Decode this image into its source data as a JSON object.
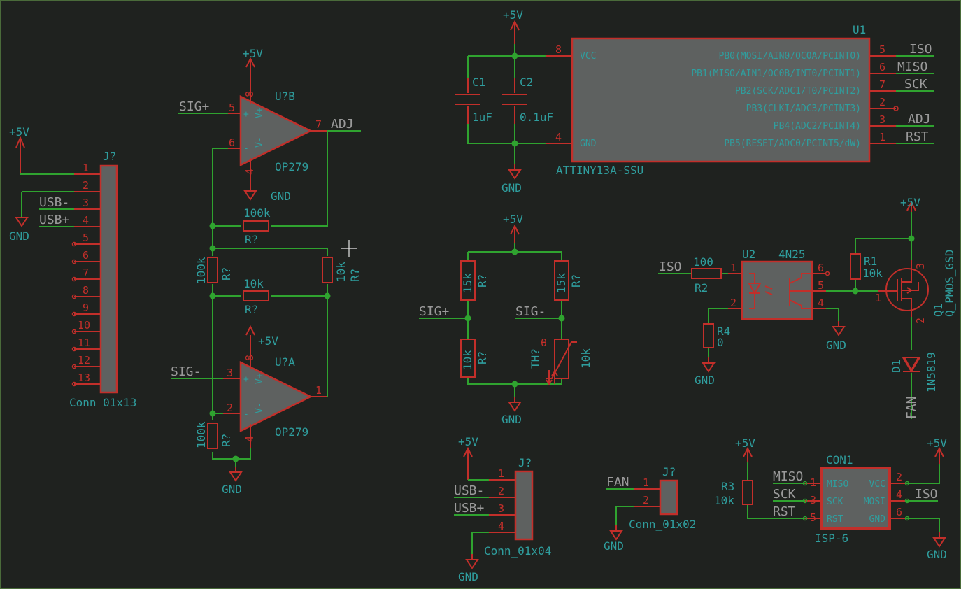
{
  "nets": {
    "sig_plus": "SIG+",
    "sig_minus": "SIG-",
    "adj": "ADJ",
    "iso": "ISO",
    "miso": "MISO",
    "sck": "SCK",
    "rst": "RST",
    "usb_minus": "USB-",
    "usb_plus": "USB+",
    "fan": "FAN",
    "mosi_net": "ISO"
  },
  "power": {
    "vcc": "+5V",
    "gnd": "GND"
  },
  "j13": {
    "ref": "J?",
    "value": "Conn_01x13",
    "pins": [
      "1",
      "2",
      "3",
      "4",
      "5",
      "6",
      "7",
      "8",
      "9",
      "10",
      "11",
      "12",
      "13"
    ]
  },
  "opamp_b": {
    "ref": "U?B",
    "value": "OP279",
    "pin_in_plus": "5",
    "pin_in_minus": "6",
    "pin_out": "7",
    "pin_vp": "8",
    "pin_vm": "4",
    "mark_plus": "+",
    "mark_minus": "-",
    "vp": "V+",
    "vm": "V-"
  },
  "opamp_a": {
    "ref": "U?A",
    "value": "OP279",
    "pin_in_plus": "3",
    "pin_in_minus": "2",
    "pin_out": "1",
    "pin_vp": "8",
    "pin_vm": "4",
    "mark_plus": "+",
    "mark_minus": "-",
    "vp": "V+",
    "vm": "V-"
  },
  "r_fb1": {
    "ref": "R?",
    "value": "100k"
  },
  "r_left1": {
    "ref": "R?",
    "value": "100k"
  },
  "r_right1": {
    "ref": "R?",
    "value": "10k"
  },
  "r_mid": {
    "ref": "R?",
    "value": "10k"
  },
  "r_left2": {
    "ref": "R?",
    "value": "100k"
  },
  "mcu": {
    "ref": "U1",
    "value": "ATTINY13A-SSU",
    "left_pins": [
      {
        "num": "8",
        "name": "VCC"
      },
      {
        "num": "4",
        "name": "GND"
      }
    ],
    "right_pins": [
      {
        "num": "5",
        "name": "PB0(MOSI/AIN0/OC0A/PCINT0)"
      },
      {
        "num": "6",
        "name": "PB1(MISO/AIN1/OC0B/INT0/PCINT1)"
      },
      {
        "num": "7",
        "name": "PB2(SCK/ADC1/T0/PCINT2)"
      },
      {
        "num": "2",
        "name": "PB3(CLKI/ADC3/PCINT3)"
      },
      {
        "num": "3",
        "name": "PB4(ADC2/PCINT4)"
      },
      {
        "num": "1",
        "name": "PB5(RESET/ADC0/PCINT5/dW)"
      }
    ]
  },
  "c1": {
    "ref": "C1",
    "value": "1uF"
  },
  "c2": {
    "ref": "C2",
    "value": "0.1uF"
  },
  "bridge": {
    "r_tl": {
      "ref": "R?",
      "value": "15k"
    },
    "r_tr": {
      "ref": "R?",
      "value": "15k"
    },
    "r_bl": {
      "ref": "R?",
      "value": "10k"
    },
    "th": {
      "ref": "TH?",
      "value": "10k",
      "mark": "θ"
    }
  },
  "opto": {
    "ref": "U2",
    "value": "4N25",
    "pins": [
      "1",
      "2",
      "4",
      "5",
      "6"
    ]
  },
  "r2": {
    "ref": "R2",
    "value": "100"
  },
  "r4": {
    "ref": "R4",
    "value": "0"
  },
  "r1": {
    "ref": "R1",
    "value": "10k"
  },
  "q1": {
    "ref": "Q1",
    "value": "Q_PMOS_GSD",
    "pins": [
      "1",
      "2",
      "3"
    ]
  },
  "d1": {
    "ref": "D1",
    "value": "1N5819"
  },
  "j4": {
    "ref": "J?",
    "value": "Conn_01x04",
    "pins": [
      "1",
      "2",
      "3",
      "4"
    ]
  },
  "j2": {
    "ref": "J?",
    "value": "Conn_01x02",
    "pins": [
      "1",
      "2"
    ]
  },
  "isp": {
    "ref": "CON1",
    "value": "ISP-6",
    "left": [
      {
        "num": "1",
        "name": "MISO"
      },
      {
        "num": "3",
        "name": "SCK"
      },
      {
        "num": "5",
        "name": "RST"
      }
    ],
    "right": [
      {
        "num": "2",
        "name": "VCC"
      },
      {
        "num": "4",
        "name": "MOSI"
      },
      {
        "num": "6",
        "name": "GND"
      }
    ]
  },
  "r3": {
    "ref": "R3",
    "value": "10k"
  }
}
